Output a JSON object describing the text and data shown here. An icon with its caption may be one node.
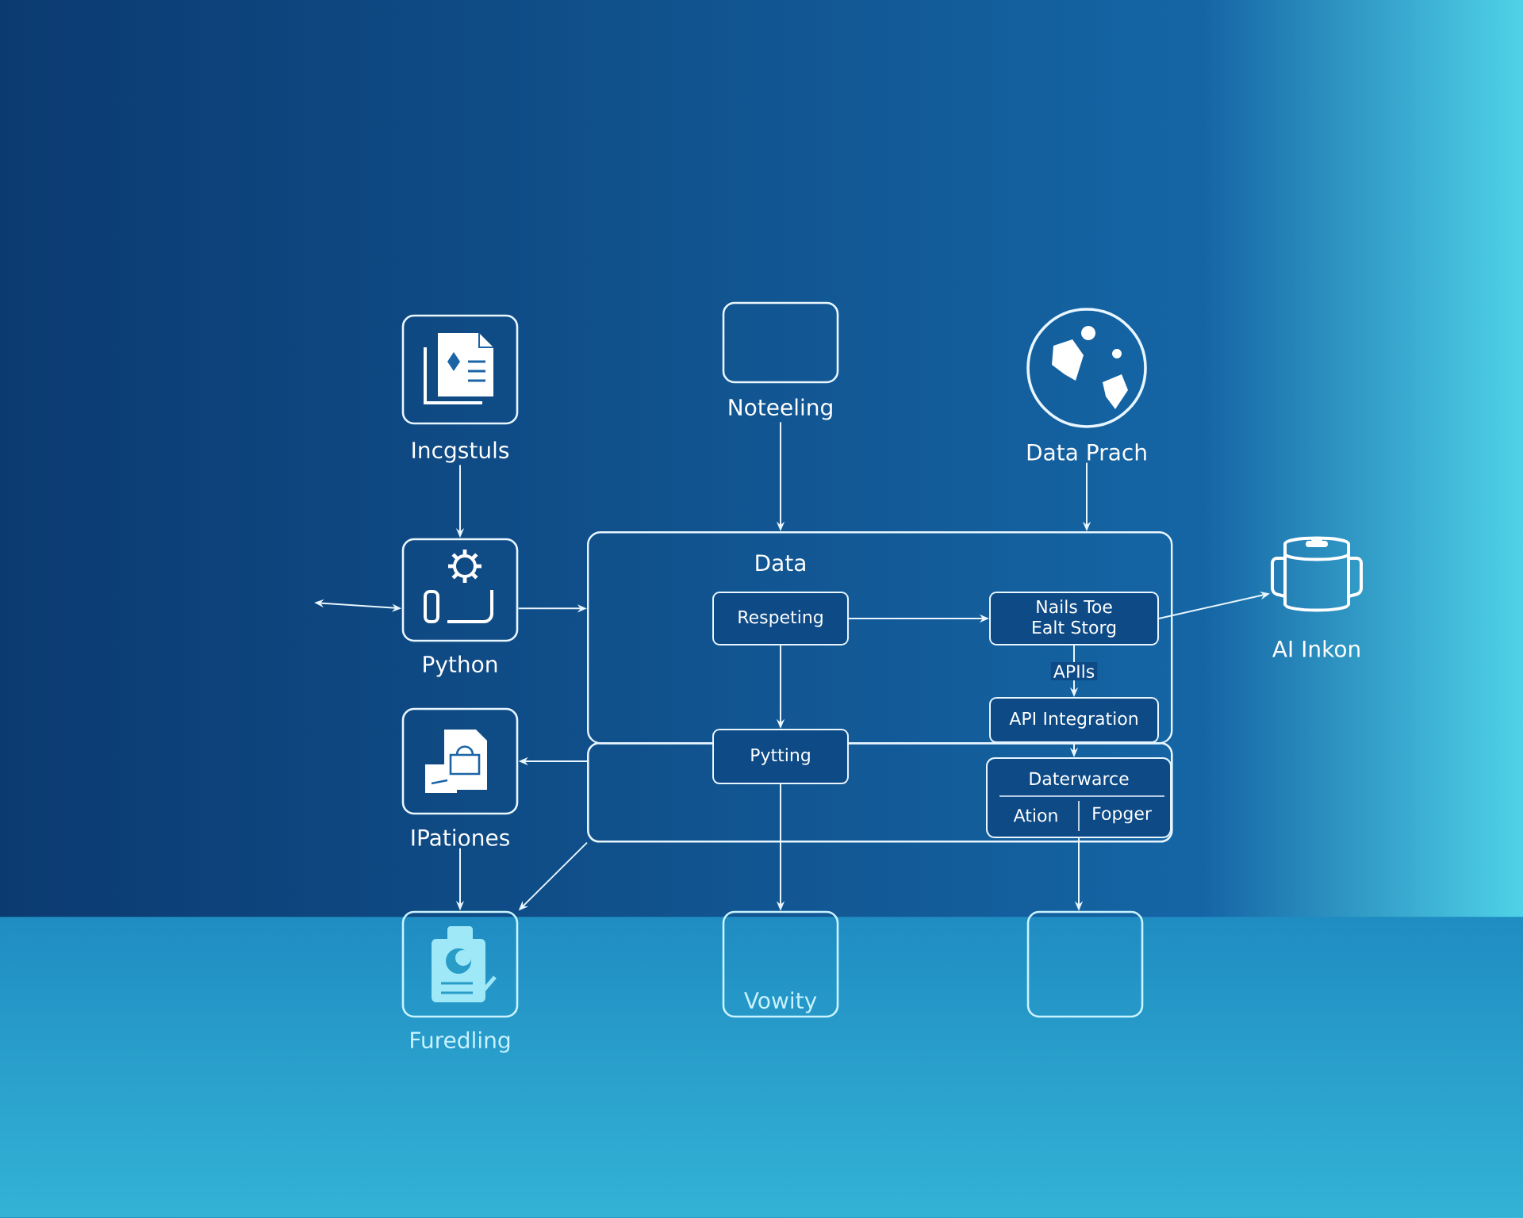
{
  "diagram": {
    "nodes": [
      {
        "text": [
          "Incgstuls"
        ]
      },
      {
        "text": [
          "Noteeling"
        ]
      },
      {
        "text": [
          "Data Prach"
        ]
      },
      {
        "text": [
          "Python"
        ]
      },
      {
        "text": [
          "Data"
        ]
      },
      {
        "text": [
          "Respeting"
        ],
        "in": 4
      },
      {
        "text": [
          "Nails Toe Ealt Storg"
        ],
        "in": 4
      },
      {
        "text": [
          "API Integration"
        ],
        "in": 4
      },
      {
        "text": [
          "AI Inkon"
        ]
      },
      {
        "text": [
          "IPationes"
        ]
      },
      {
        "text": [
          "Pytting"
        ]
      },
      {
        "text": [],
        "shape": "box"
      },
      {
        "text": [
          "Daterwarce",
          "Ation",
          "Fopger"
        ],
        "in": 11
      },
      {
        "text": [
          "Furedling"
        ]
      },
      {
        "text": [
          "Vowity"
        ]
      },
      {
        "text": [],
        "shape": "box"
      }
    ],
    "edges": [
      {
        "from": 0,
        "to": 3,
        "arrow": "to"
      },
      {
        "from": 1,
        "to": 4,
        "arrow": "to"
      },
      {
        "from": 2,
        "to": 4,
        "arrow": "to"
      },
      {
        "from": null,
        "to": 3,
        "arrow": "both"
      },
      {
        "from": 3,
        "to": 4,
        "arrow": "to"
      },
      {
        "from": 5,
        "to": 6,
        "arrow": "to"
      },
      {
        "from": 6,
        "to": 7,
        "arrow": "to",
        "label": "APIls"
      },
      {
        "from": 5,
        "to": 10,
        "arrow": "to"
      },
      {
        "from": 6,
        "to": 8,
        "arrow": "to"
      },
      {
        "from": 7,
        "to": 12,
        "arrow": "to"
      },
      {
        "from": 11,
        "to": 9,
        "arrow": "to"
      },
      {
        "from": 11,
        "to": 13,
        "arrow": "to"
      },
      {
        "from": 9,
        "to": 13,
        "arrow": "to"
      },
      {
        "from": 10,
        "to": 14,
        "arrow": "to"
      },
      {
        "from": 12,
        "to": 15,
        "arrow": "to"
      }
    ]
  }
}
